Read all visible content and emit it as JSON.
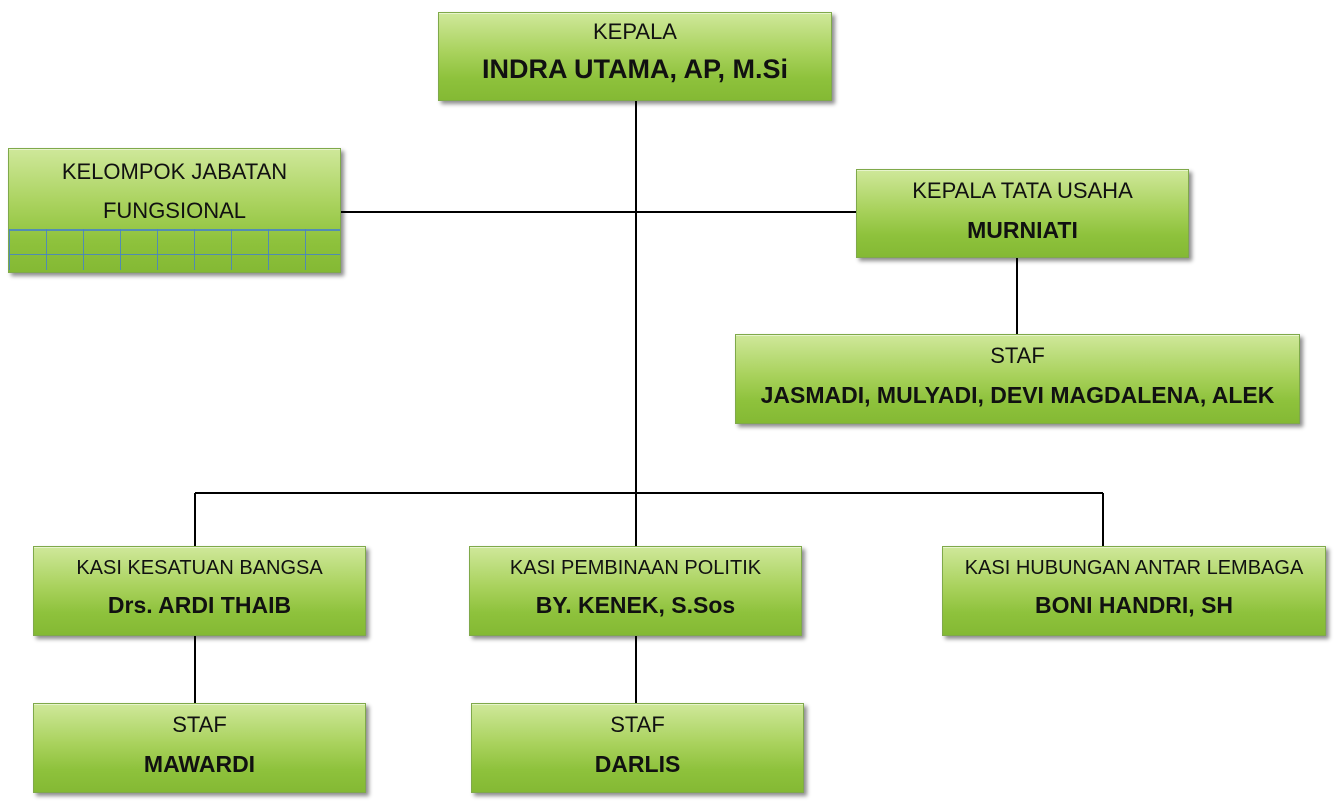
{
  "kepala": {
    "role": "KEPALA",
    "name": "INDRA UTAMA, AP, M.Si"
  },
  "kelompok_fungsional": {
    "line1": "KELOMPOK JABATAN",
    "line2": "FUNGSIONAL"
  },
  "kepala_tata_usaha": {
    "role": "KEPALA TATA USAHA",
    "name": "MURNIATI"
  },
  "staf_tata_usaha": {
    "role": "STAF",
    "name": "JASMADI, MULYADI, DEVI MAGDALENA, ALEK"
  },
  "kasi": [
    {
      "role": "KASI KESATUAN BANGSA",
      "name": "Drs. ARDI THAIB"
    },
    {
      "role": "KASI PEMBINAAN POLITIK",
      "name": "BY. KENEK, S.Sos"
    },
    {
      "role": "KASI HUBUNGAN ANTAR LEMBAGA",
      "name": "BONI HANDRI, SH"
    }
  ],
  "staf_kasi": [
    {
      "role": "STAF",
      "name": "MAWARDI"
    },
    {
      "role": "STAF",
      "name": "DARLIS"
    }
  ],
  "colors": {
    "box_fill_top": "#cfe89a",
    "box_fill_bottom": "#84b934",
    "grid_lines": "#4682c8",
    "connector": "#000000"
  }
}
